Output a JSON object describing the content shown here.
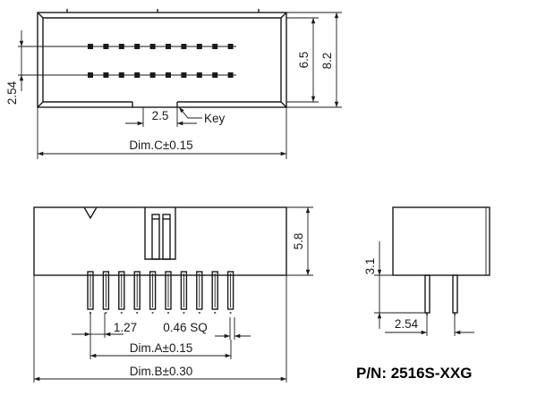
{
  "top_view": {
    "dims": {
      "pitch_vertical": "2.54",
      "height_inner": "6.5",
      "height_outer": "8.2",
      "key_width": "2.5",
      "key_label": "Key",
      "length": "Dim.C±0.15"
    }
  },
  "front_view": {
    "dims": {
      "height": "5.8",
      "pitch": "1.27",
      "pin_size": "0.46 SQ",
      "dim_a": "Dim.A±0.15",
      "dim_b": "Dim.B±0.30"
    }
  },
  "side_view": {
    "dims": {
      "pin_length": "3.1",
      "row_pitch": "2.54"
    }
  },
  "part_number": "P/N: 2516S-XXG"
}
